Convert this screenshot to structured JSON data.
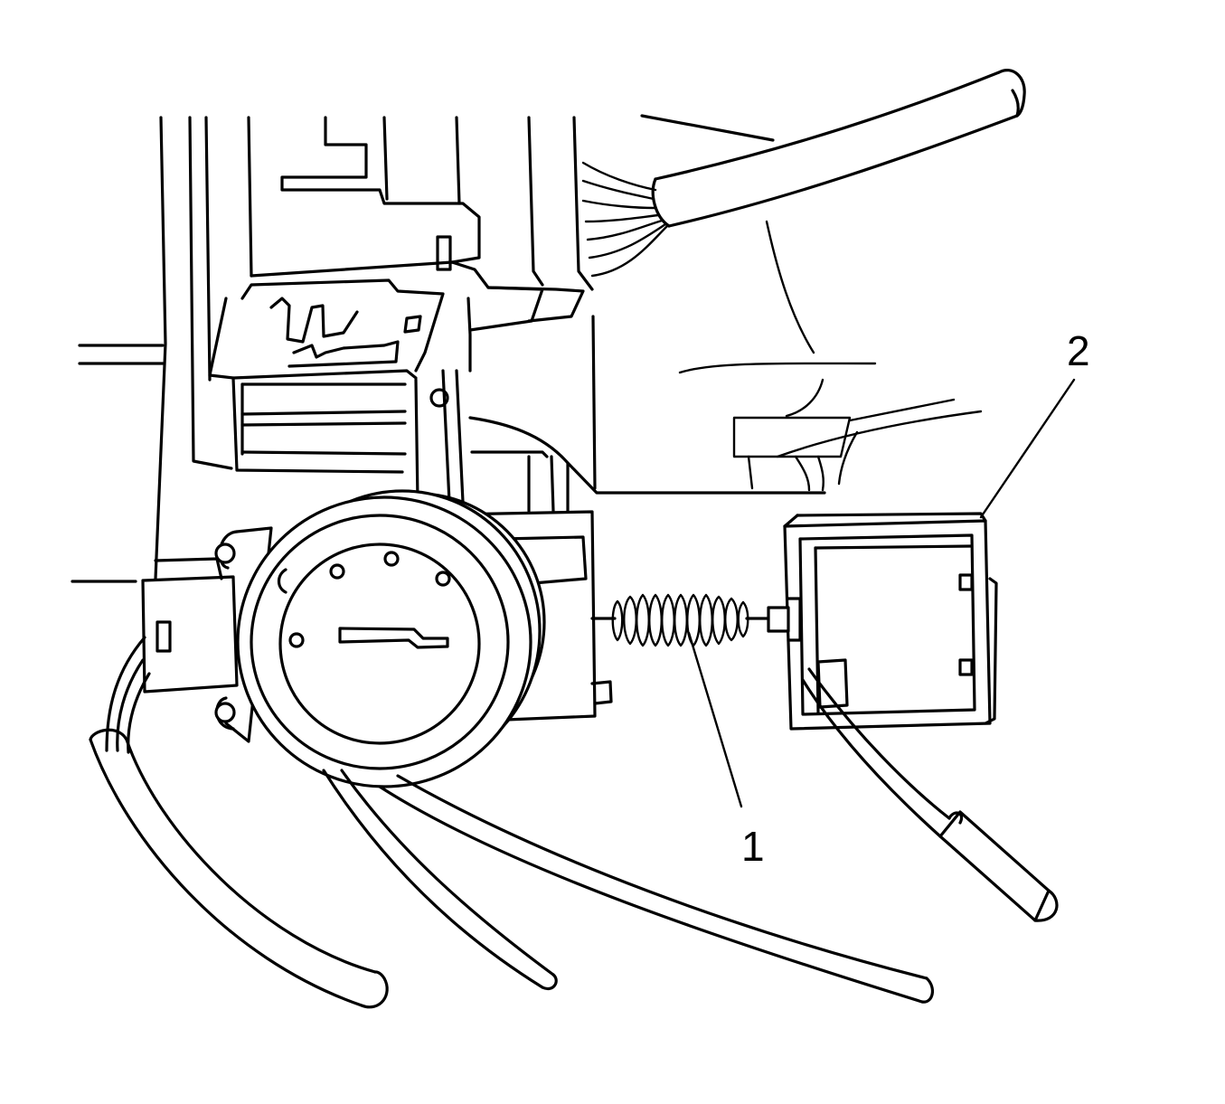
{
  "diagram": {
    "callouts": [
      {
        "id": "1",
        "label": "1"
      },
      {
        "id": "2",
        "label": "2"
      }
    ],
    "stroke_color": "#000000",
    "background_color": "#ffffff"
  }
}
